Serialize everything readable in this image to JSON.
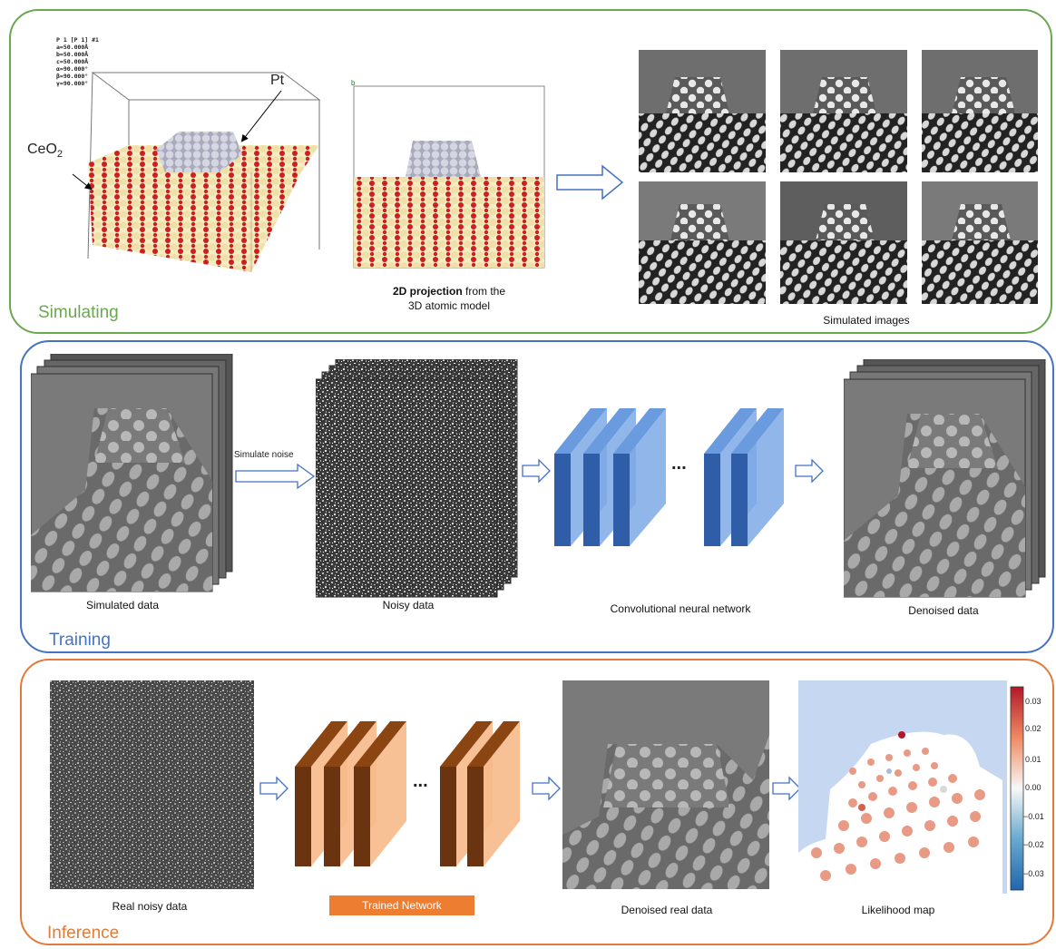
{
  "simulating": {
    "title": "Simulating",
    "model_header": "P 1 [P 1] #1\na=50.000Å\nb=50.000Å\nc=50.000Å\nα=90.000°\nβ=90.000°\nγ=90.000°",
    "label_ceo2_main": "CeO",
    "label_ceo2_sub": "2",
    "label_pt": "Pt",
    "projection_caption_bold": "2D projection",
    "projection_caption_rest": " from the",
    "projection_caption_line2": "3D atomic model",
    "simulated_images_caption": "Simulated images",
    "axis_b": "b"
  },
  "training": {
    "title": "Training",
    "simulated_caption": "Simulated data",
    "simulate_noise_label": "Simulate noise",
    "noisy_caption": "Noisy data",
    "cnn_caption": "Convolutional neural network",
    "ellipsis": "...",
    "denoised_caption": "Denoised data"
  },
  "inference": {
    "title": "Inference",
    "real_caption": "Real noisy data",
    "trained_network_label": "Trained Network",
    "ellipsis": "...",
    "denoised_real_caption": "Denoised real data",
    "likelihood_caption": "Likelihood map",
    "colorbar_ticks": [
      "0.03",
      "0.02",
      "0.01",
      "0.00",
      "−0.01",
      "−0.02",
      "−0.03"
    ]
  },
  "colors": {
    "simulating": "#6aa84f",
    "training": "#4472c4",
    "inference": "#e07b39",
    "cnn_blue": "#4a7fd0",
    "net_orange": "#f6b98a",
    "net_brown": "#8b4513"
  }
}
